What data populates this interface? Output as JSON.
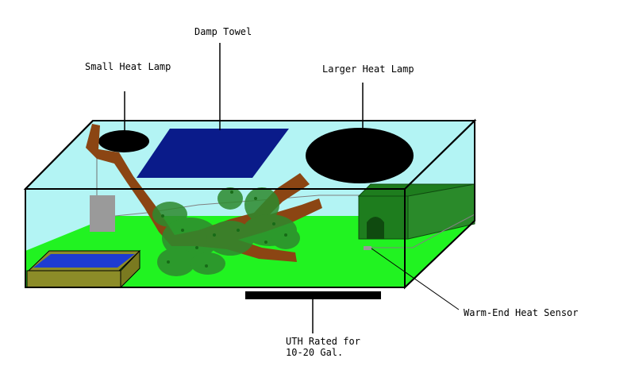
{
  "labels": {
    "damp_towel": "Damp Towel",
    "small_heat_lamp": "Small Heat Lamp",
    "larger_heat_lamp": "Larger Heat Lamp",
    "warm_end_sensor": "Warm-End Heat Sensor",
    "uth_line1": "UTH Rated for",
    "uth_line2": "10-20 Gal."
  },
  "colors": {
    "tank_glass": "#b3f4f4",
    "substrate": "#21f321",
    "towel": "#0a1b8a",
    "lamp": "#000000",
    "hide": "#1e7d1e",
    "branch": "#8b4513",
    "foliage": "#2e8a2e",
    "water_dish_frame": "#8c8c28",
    "water": "#1e3cd2",
    "sensor_box": "#9a9a9a",
    "uth": "#000000"
  }
}
